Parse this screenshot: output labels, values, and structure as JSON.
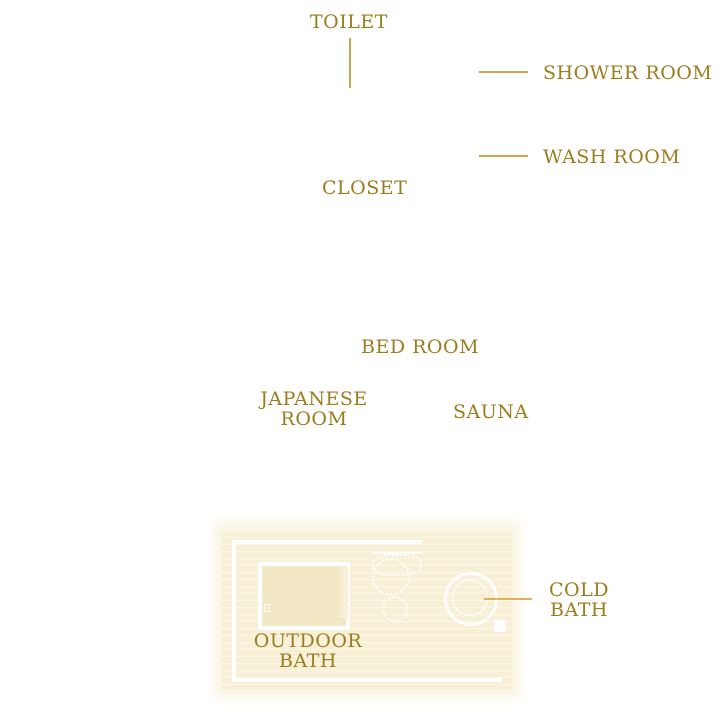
{
  "rooms": {
    "toilet": "TOILET",
    "shower_room": "SHOWER ROOM",
    "wash_room": "WASH ROOM",
    "closet": "CLOSET",
    "bed_room": "BED ROOM",
    "japanese_room_1": "JAPANESE",
    "japanese_room_2": "ROOM",
    "sauna": "SAUNA",
    "outdoor_bath_1": "OUTDOOR",
    "outdoor_bath_2": "BATH",
    "cold_bath_1": "COLD",
    "cold_bath_2": "BATH"
  },
  "colors": {
    "label": "#9a7d1c",
    "leader_line": "#c5a94a",
    "deck": "#f7efd6"
  }
}
